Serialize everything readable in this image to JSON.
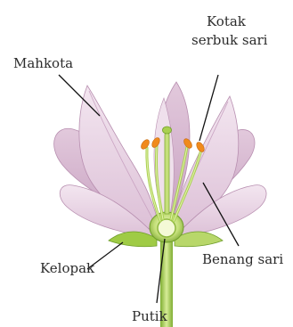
{
  "labels": {
    "petal": "Mahkota",
    "anther_line1": "Kotak",
    "anther_line2": "serbuk sari",
    "filament": "Benang sari",
    "sepal": "Kelopak",
    "pistil": "Putik"
  },
  "colors": {
    "petal_fill": "#e9d3e4",
    "petal_shade": "#c9a3c2",
    "petal_edge": "#b88fb0",
    "green_light": "#cfe58a",
    "green_mid": "#9fcb45",
    "green_dark": "#6f9e2a",
    "anther": "#f08a1c",
    "leader_line": "#111111"
  }
}
